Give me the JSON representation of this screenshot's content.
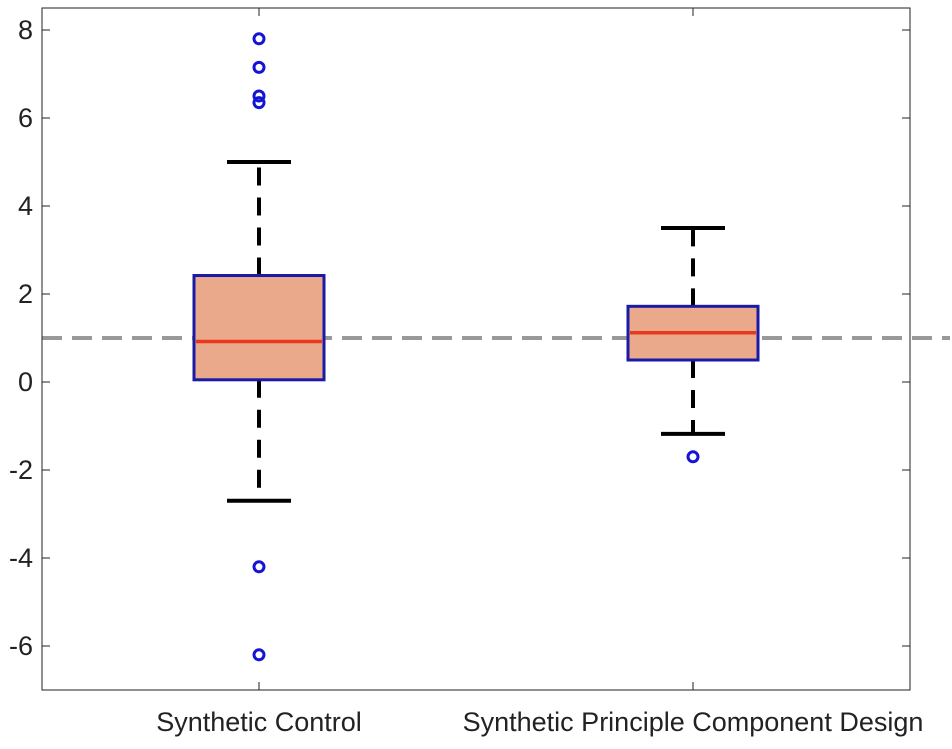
{
  "chart_data": {
    "type": "box",
    "title": "",
    "xlabel": "",
    "ylabel": "",
    "ylim": [
      -7,
      8.5
    ],
    "yticks": [
      -6,
      -4,
      -2,
      0,
      2,
      4,
      6,
      8
    ],
    "ytick_labels": [
      "-6",
      "-4",
      "-2",
      "0",
      "2",
      "4",
      "6",
      "8"
    ],
    "categories": [
      "Synthetic Control",
      "Synthetic Principle Component Design"
    ],
    "boxes": [
      {
        "category": "Synthetic Control",
        "whisker_low": -2.7,
        "q1": 0.05,
        "median": 0.92,
        "q3": 2.42,
        "whisker_high": 5.0,
        "outliers": [
          7.8,
          7.15,
          6.5,
          6.35,
          -4.2,
          -6.2
        ]
      },
      {
        "category": "Synthetic Principle Component Design",
        "whisker_low": -1.18,
        "q1": 0.5,
        "median": 1.12,
        "q3": 1.72,
        "whisker_high": 3.5,
        "outliers": [
          -1.7
        ]
      }
    ],
    "reference_line": {
      "y": 1,
      "style": "dashed"
    },
    "grid": false,
    "legend": "none"
  },
  "colors": {
    "box_fill": "#eba98c",
    "box_edge": "#1a1aa6",
    "median": "#e8391d",
    "whisker": "#000000",
    "outlier": "#1414d6",
    "reference_line": "#999999",
    "axis": "#222222"
  }
}
